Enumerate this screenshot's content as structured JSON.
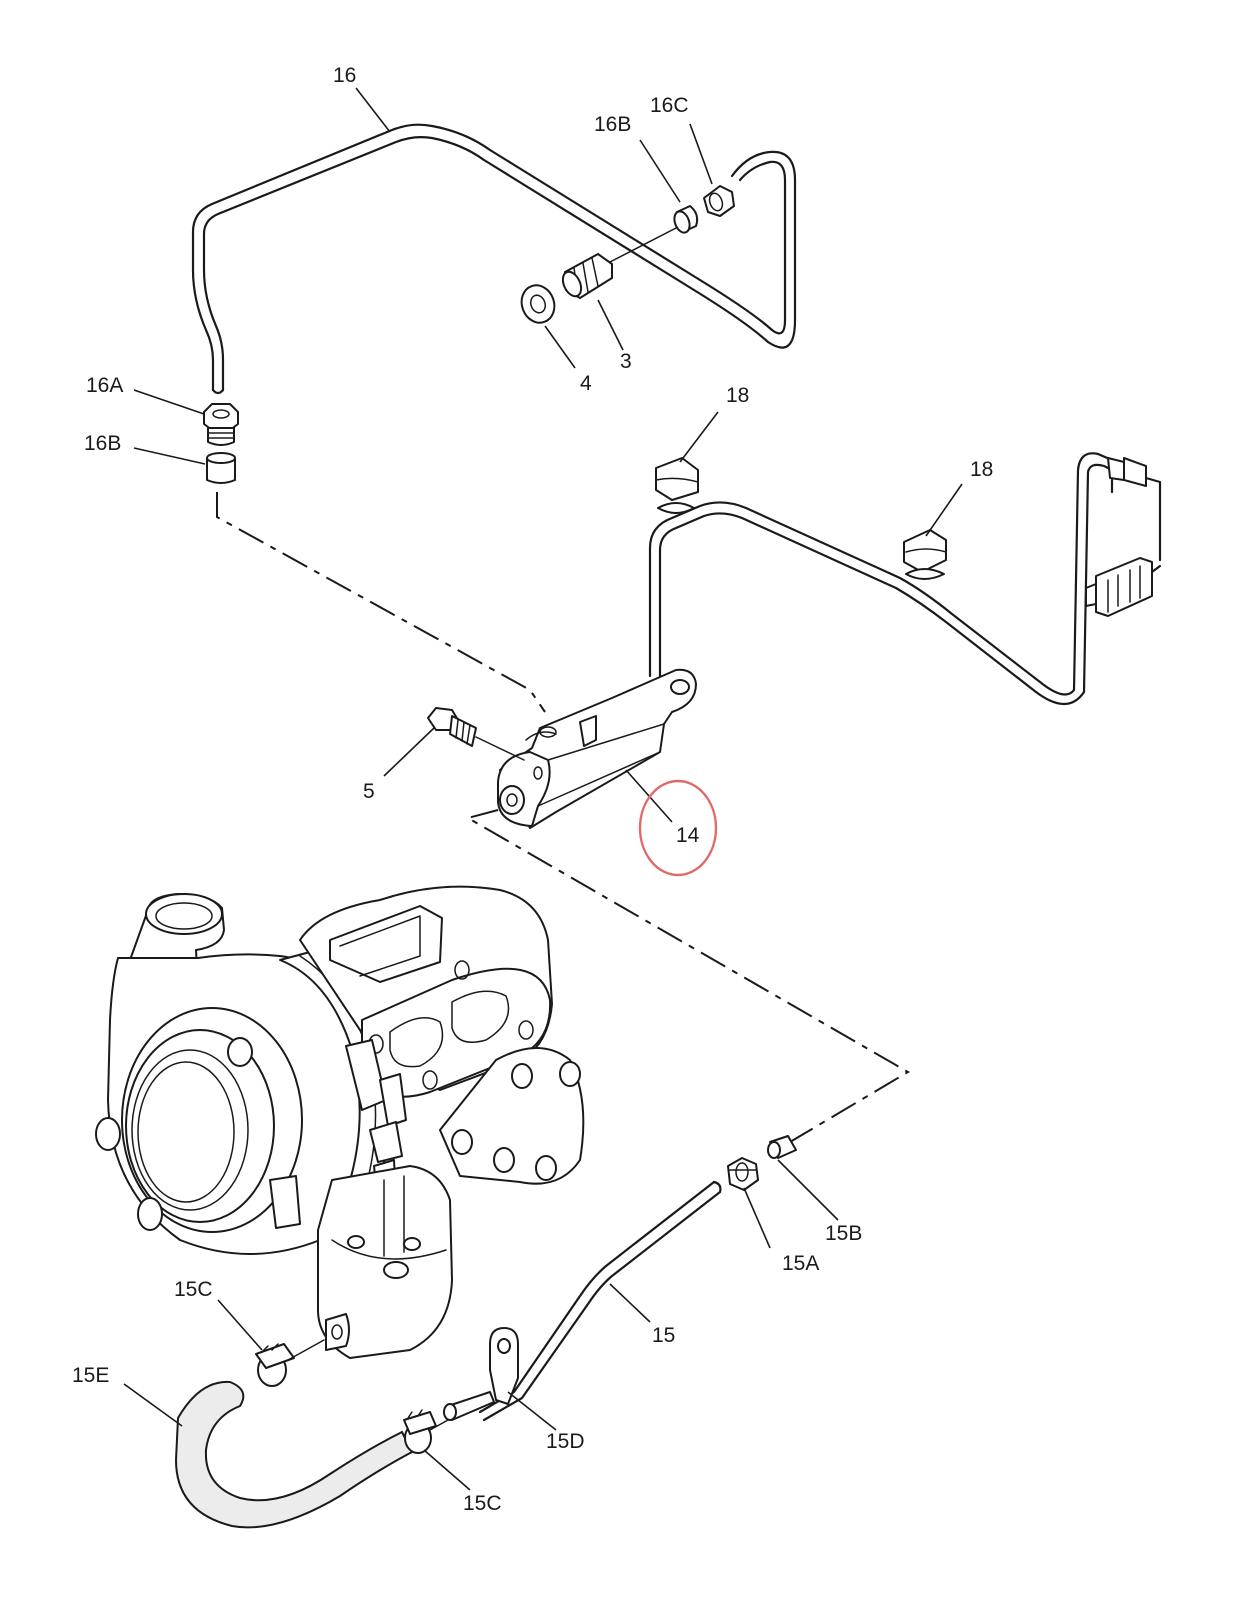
{
  "callouts": [
    {
      "id": "p16",
      "text": "16"
    },
    {
      "id": "p16b",
      "text": "16B"
    },
    {
      "id": "p16c",
      "text": "16C"
    },
    {
      "id": "p4",
      "text": "4"
    },
    {
      "id": "p3",
      "text": "3"
    },
    {
      "id": "p16a",
      "text": "16A"
    },
    {
      "id": "p16b2",
      "text": "16B"
    },
    {
      "id": "p18a",
      "text": "18"
    },
    {
      "id": "p18b",
      "text": "18"
    },
    {
      "id": "p5",
      "text": "5"
    },
    {
      "id": "p14",
      "text": "14"
    },
    {
      "id": "p15c",
      "text": "15C"
    },
    {
      "id": "p15b",
      "text": "15B"
    },
    {
      "id": "p15a",
      "text": "15A"
    },
    {
      "id": "p15",
      "text": "15"
    },
    {
      "id": "p15e",
      "text": "15E"
    },
    {
      "id": "p15d",
      "text": "15D"
    },
    {
      "id": "p15c2",
      "text": "15C"
    }
  ],
  "highlight": {
    "target": "14",
    "color": "#e06a6a"
  }
}
